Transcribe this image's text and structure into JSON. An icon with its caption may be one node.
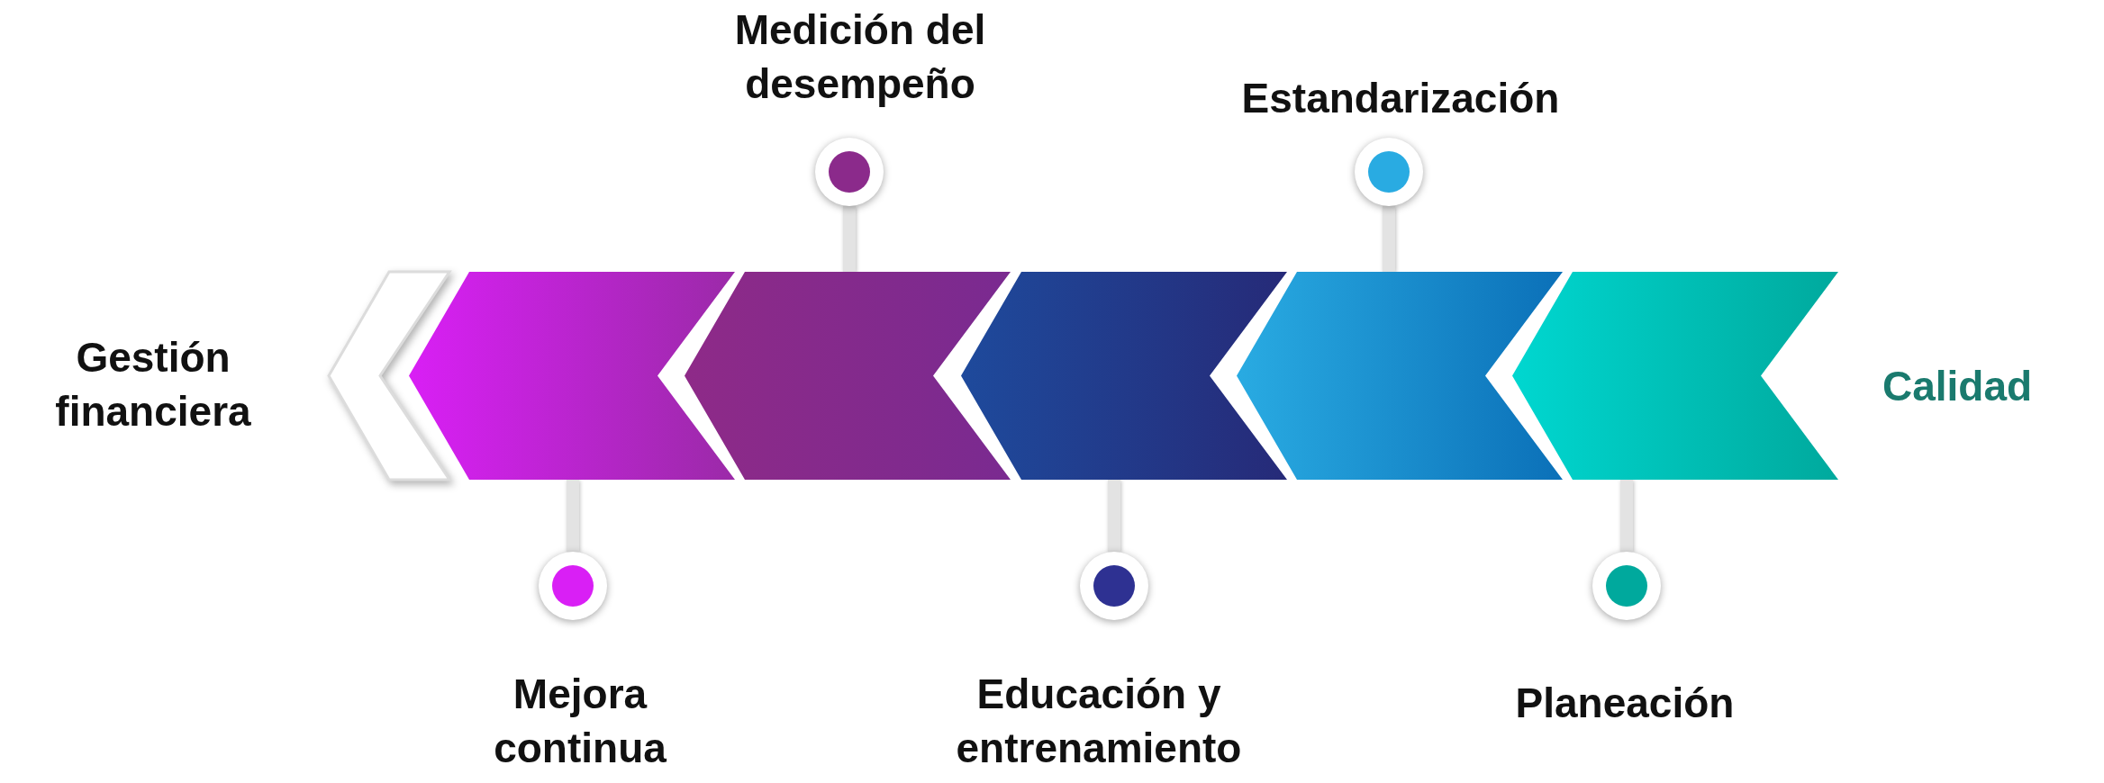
{
  "diagram": {
    "nodes": [
      {
        "text": [],
        "shape": "chevron"
      },
      {
        "text": [],
        "shape": "chevron"
      },
      {
        "text": [],
        "shape": "chevron"
      },
      {
        "text": [],
        "shape": "chevron"
      },
      {
        "text": [],
        "shape": "chevron"
      },
      {
        "text": [],
        "shape": "chevron"
      },
      {
        "text": [],
        "shape": "circle",
        "beside": [
          "Mejora continua"
        ]
      },
      {
        "text": [],
        "shape": "circle",
        "beside": [
          "Medición del desempeño"
        ]
      },
      {
        "text": [],
        "shape": "circle",
        "beside": [
          "Educación y entrenamiento"
        ]
      },
      {
        "text": [],
        "shape": "circle",
        "beside": [
          "Estandarización"
        ]
      },
      {
        "text": [],
        "shape": "circle",
        "beside": [
          "Planeación"
        ]
      }
    ],
    "edges": [
      {
        "from": 6,
        "to": 1,
        "arrow": "none"
      },
      {
        "from": 7,
        "to": 2,
        "arrow": "none"
      },
      {
        "from": 8,
        "to": 3,
        "arrow": "none"
      },
      {
        "from": 9,
        "to": 4,
        "arrow": "none"
      },
      {
        "from": 10,
        "to": 5,
        "arrow": "none"
      }
    ],
    "labels": [
      "Gestión financiera",
      "Calidad"
    ]
  }
}
